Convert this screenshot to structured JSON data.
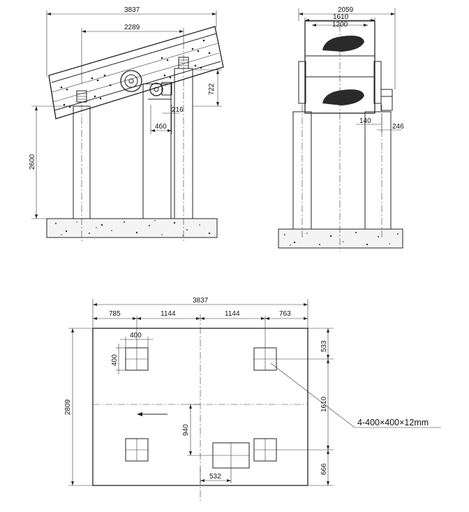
{
  "side_view": {
    "overall_length": "3837",
    "support_span": "2289",
    "height_to_base": "2600",
    "drop_height": "722",
    "motor_offset": "460",
    "motor_spacing": "216"
  },
  "end_view": {
    "overall_width": "2059",
    "frame_width": "1610",
    "screen_width": "1200",
    "offset_a": "140",
    "offset_b": "246"
  },
  "foundation_plan": {
    "overall_length": "3837",
    "spacing_1": "785",
    "spacing_2": "1144",
    "spacing_3": "1144",
    "spacing_4": "763",
    "pad_width": "400",
    "pad_height": "400",
    "overall_width": "2809",
    "top_margin": "533",
    "pad_spacing": "1610",
    "bottom_margin": "666",
    "center_offset": "940",
    "motor_pad_width": "532",
    "pad_callout": "4-400×400×12mm"
  }
}
